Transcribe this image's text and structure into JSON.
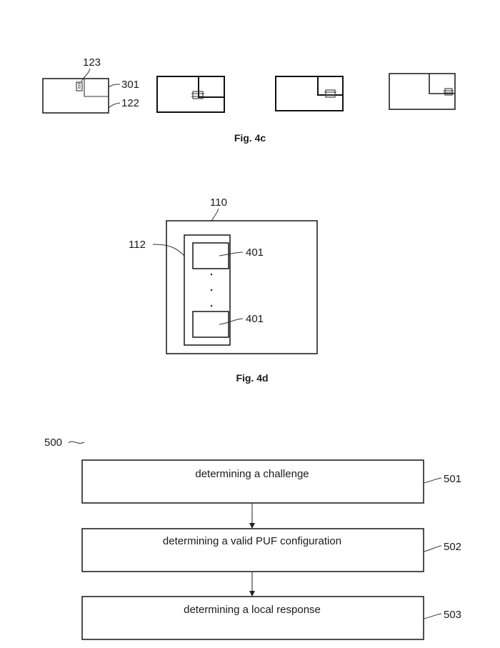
{
  "fig4c": {
    "caption": "Fig. 4c",
    "labels": {
      "ref123": "123",
      "ref301": "301",
      "ref122": "122"
    }
  },
  "fig4d": {
    "caption": "Fig. 4d",
    "labels": {
      "ref110": "110",
      "ref112": "112",
      "ref401_top": "401",
      "ref401_bottom": "401"
    }
  },
  "flow": {
    "ref": "500",
    "steps": [
      {
        "ref": "501",
        "label": "determining a challenge"
      },
      {
        "ref": "502",
        "label": "determining a valid PUF configuration"
      },
      {
        "ref": "503",
        "label": "determining a local response"
      }
    ]
  }
}
